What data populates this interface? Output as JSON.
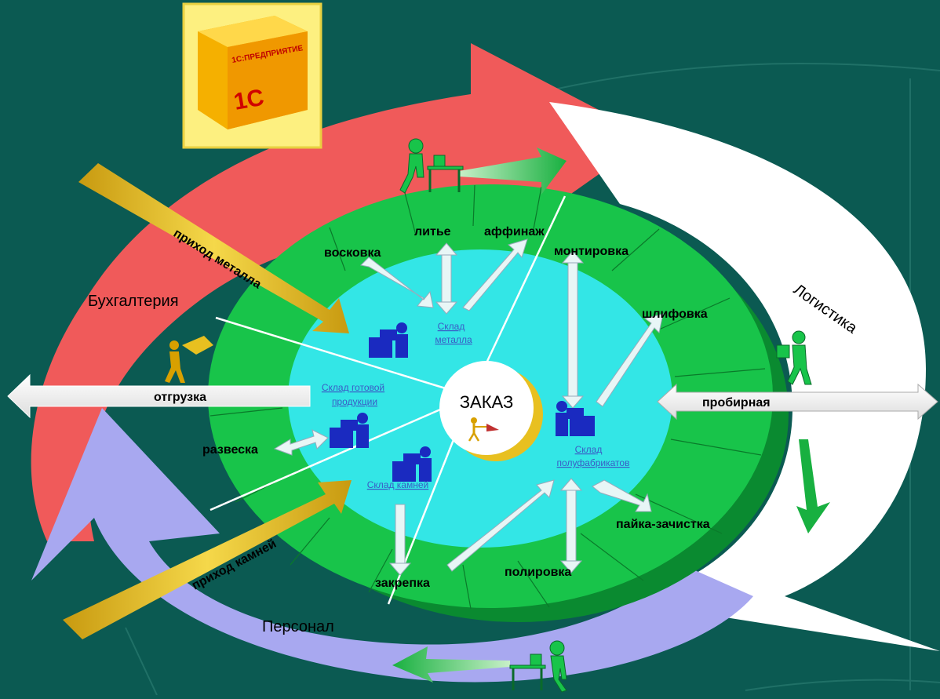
{
  "center": {
    "label": "ЗАКАЗ"
  },
  "departments": {
    "accounting": "Бухгалтерия",
    "logistics": "Логистика",
    "personnel": "Персонал"
  },
  "ring_labels": {
    "waxing": "восковка",
    "casting": "литье",
    "refining": "аффинаж",
    "mounting": "монтировка",
    "grinding": "шлифовка",
    "assay": "пробирная",
    "soldering": "пайка-зачистка",
    "polishing": "полировка",
    "setting": "закрепка",
    "weighing": "развеска",
    "shipping": "отгрузка"
  },
  "warehouses": {
    "metal_1": "Склад",
    "metal_2": "металла",
    "finished_1": "Склад готовой",
    "finished_2": "продукции",
    "stones": "Склад камней",
    "semi_1": "Склад",
    "semi_2": "полуфабрикатов"
  },
  "inflows": {
    "metal": "приход металла",
    "stones": "приход камней"
  },
  "product_box": {
    "text": "1С:ПРЕДПРИЯТИЕ"
  },
  "colors": {
    "background": "#0b5a52",
    "red_arrow": "#f05a5a",
    "blue_arrow": "#a8a8f0",
    "white_arrow": "#ffffff",
    "green_ring": "#18c44a",
    "cyan_core": "#33e6e6",
    "gold_arrow": "#e8c020"
  }
}
